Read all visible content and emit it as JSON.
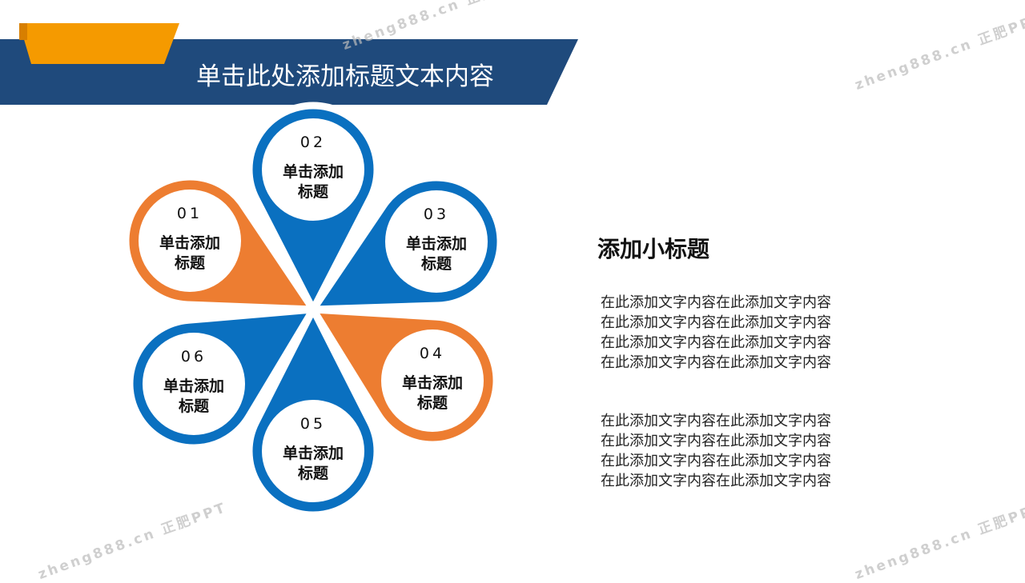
{
  "header": {
    "title": "单击此处添加标题文本内容"
  },
  "colors": {
    "blue": "#0a70c0",
    "orange": "#ed7d31",
    "navy": "#1f4a7c",
    "tab": "#f59a00"
  },
  "petals": [
    {
      "number": "01",
      "line1": "单击添加",
      "line2": "标题",
      "color": "orange"
    },
    {
      "number": "02",
      "line1": "单击添加",
      "line2": "标题",
      "color": "blue"
    },
    {
      "number": "03",
      "line1": "单击添加",
      "line2": "标题",
      "color": "blue"
    },
    {
      "number": "04",
      "line1": "单击添加",
      "line2": "标题",
      "color": "orange"
    },
    {
      "number": "05",
      "line1": "单击添加",
      "line2": "标题",
      "color": "blue"
    },
    {
      "number": "06",
      "line1": "单击添加",
      "line2": "标题",
      "color": "blue"
    }
  ],
  "side": {
    "subtitle": "添加小标题",
    "paragraph1": [
      "在此添加文字内容在此添加文字内容",
      "在此添加文字内容在此添加文字内容",
      "在此添加文字内容在此添加文字内容",
      "在此添加文字内容在此添加文字内容"
    ],
    "paragraph2": [
      "在此添加文字内容在此添加文字内容",
      "在此添加文字内容在此添加文字内容",
      "在此添加文字内容在此添加文字内容",
      "在此添加文字内容在此添加文字内容"
    ]
  },
  "watermark": "zheng888.cn 正肥PPT"
}
